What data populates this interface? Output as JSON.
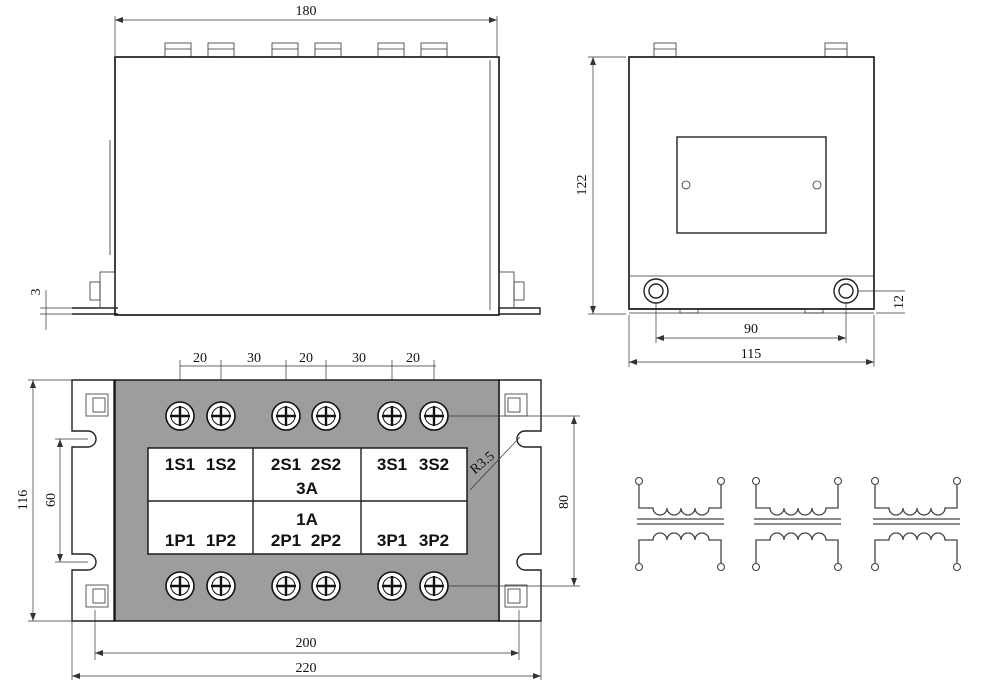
{
  "dimensions": {
    "top_width": "180",
    "height": "122",
    "flange": "3",
    "side_hole_spacing": "90",
    "side_width": "115",
    "side_hole_height": "12",
    "terminal_spacing": [
      "20",
      "30",
      "20",
      "30",
      "20"
    ],
    "plan_depth": "116",
    "slot_spacing": "60",
    "radius": "R3.5",
    "terminal_row_spacing": "80",
    "inner_length": "200",
    "overall_length": "220"
  },
  "labels": {
    "secondary": [
      [
        "1S1",
        "1S2"
      ],
      [
        "2S1",
        "2S2"
      ],
      [
        "3S1",
        "3S2"
      ]
    ],
    "rating": [
      "3A",
      "1A"
    ],
    "primary": [
      [
        "1P1",
        "1P2"
      ],
      [
        "2P1",
        "2P2"
      ],
      [
        "3P1",
        "3P2"
      ]
    ]
  },
  "schematic": {
    "winding_count": 3
  }
}
